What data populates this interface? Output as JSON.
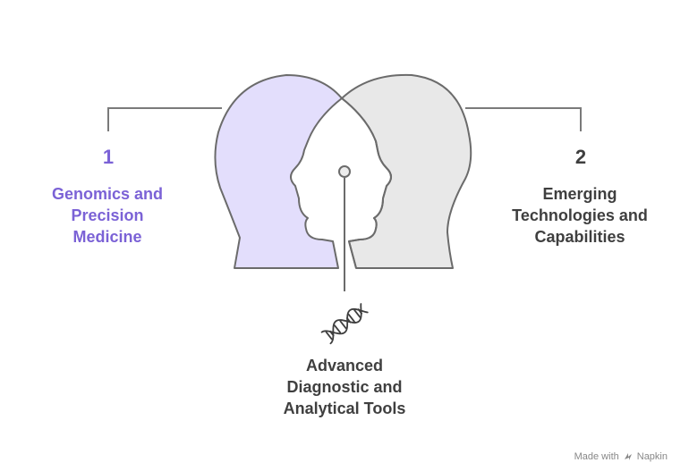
{
  "items": [
    {
      "number": "1",
      "lines": [
        "Genomics and",
        "Precision",
        "Medicine"
      ],
      "color": "#7b62d6"
    },
    {
      "number": "2",
      "lines": [
        "Emerging",
        "Technologies and",
        "Capabilities"
      ],
      "color": "#3f3f3f"
    },
    {
      "lines": [
        "Advanced",
        "Diagnostic and",
        "Analytical Tools"
      ],
      "icon": "dna-icon",
      "color": "#3f3f3f"
    }
  ],
  "colors": {
    "left_head_fill": "#e3defc",
    "right_head_fill": "#e8e8e8",
    "outline": "#6b6b6b",
    "connector": "#7a7a7a"
  },
  "watermark": {
    "prefix": "Made with",
    "brand": "Napkin"
  }
}
